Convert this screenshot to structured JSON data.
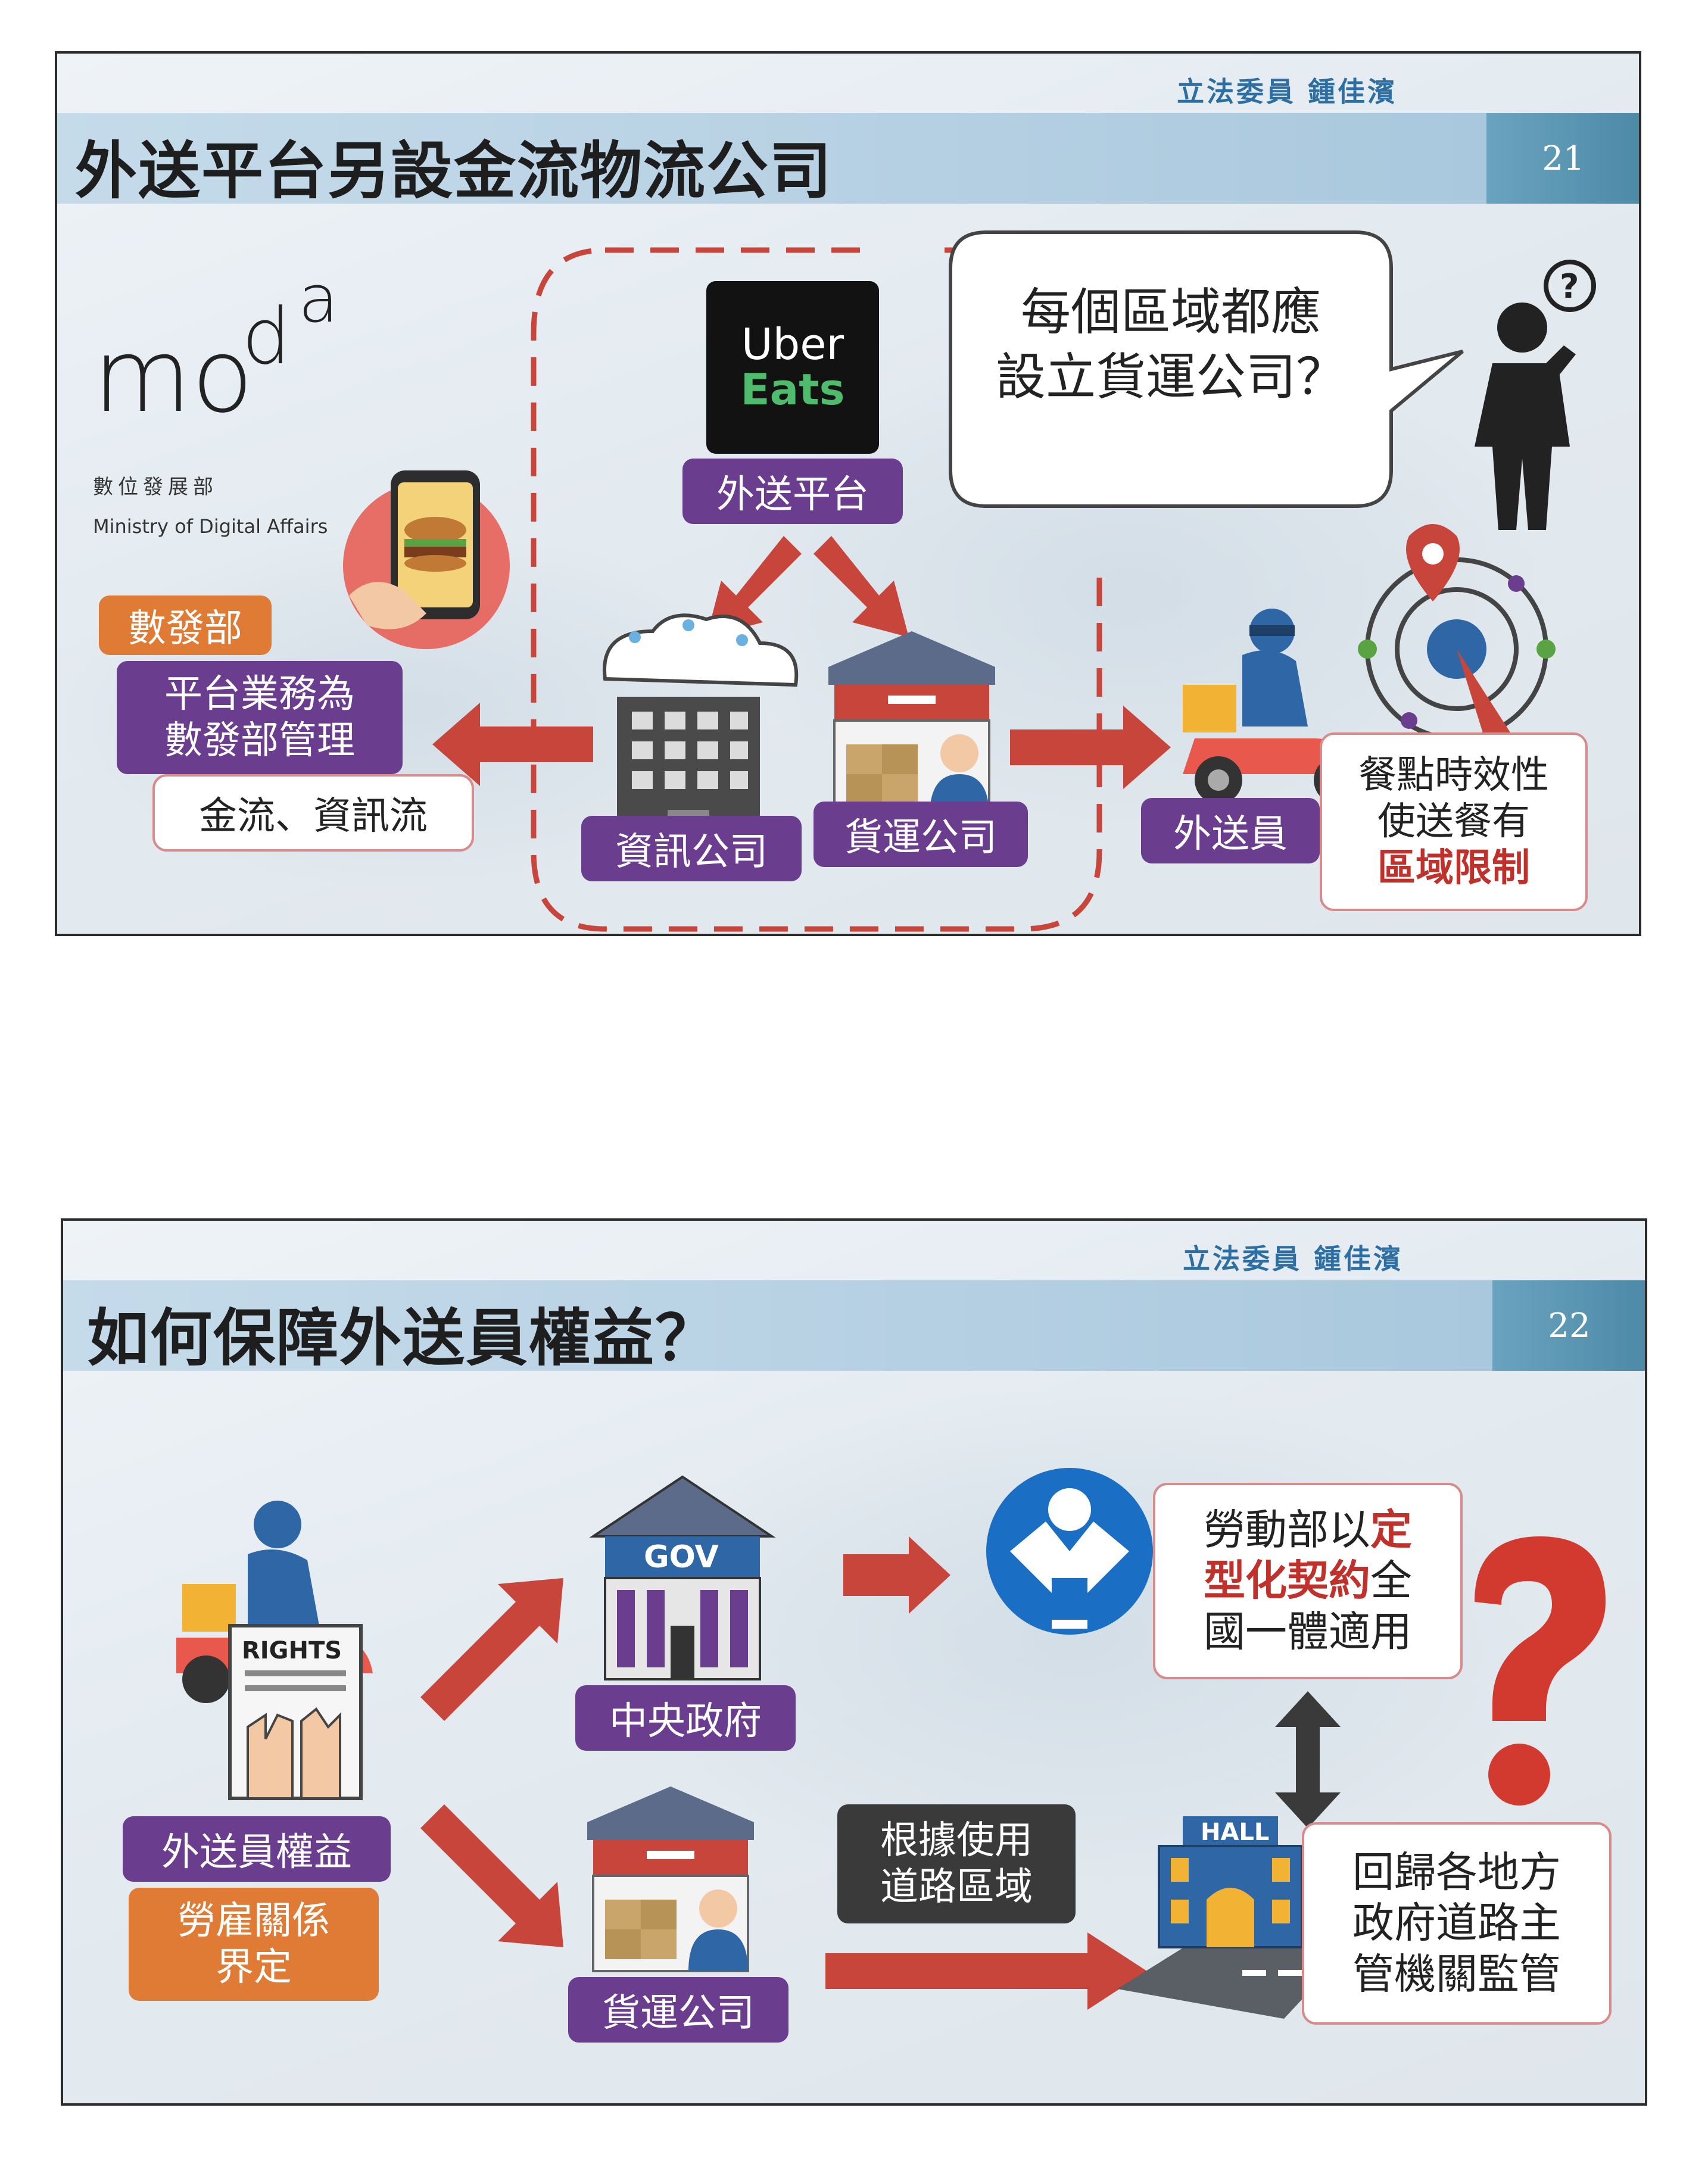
{
  "slide1": {
    "legislator": "立法委員 鍾佳濱",
    "title": "外送平台另設金流物流公司",
    "page_number": "21",
    "logo": {
      "moda_zh": "數位發展部",
      "moda_en": "Ministry of Digital Affairs"
    },
    "uber": {
      "line1": "Uber",
      "line2": "Eats"
    },
    "labels": {
      "platform": "外送平台",
      "moda": "數發部",
      "moda_role_line1": "平台業務為",
      "moda_role_line2": "數發部管理",
      "flows": "金流、資訊流",
      "info_company": "資訊公司",
      "freight_company": "貨運公司",
      "courier": "外送員",
      "timeliness_line1": "餐點時效性",
      "timeliness_line2": "使送餐有",
      "timeliness_highlight": "區域限制"
    },
    "bubble": {
      "line1": "每個區域都應",
      "line2": "設立貨運公司？"
    }
  },
  "slide2": {
    "legislator": "立法委員 鍾佳濱",
    "title": "如何保障外送員權益？",
    "page_number": "22",
    "icon_text": {
      "rights": "RIGHTS",
      "gov": "GOV",
      "hall": "HALL"
    },
    "labels": {
      "courier_rights": "外送員權益",
      "labor_line1": "勞雇關係",
      "labor_line2": "界定",
      "central_gov": "中央政府",
      "freight_company": "貨運公司",
      "road_line1": "根據使用",
      "road_line2": "道路區域",
      "mol_pre": "勞動部以",
      "mol_hl1": "定",
      "mol_hl2": "型化契約",
      "mol_post": "全",
      "mol_line3": "國一體適用",
      "local_line1": "回歸各地方",
      "local_line2": "政府道路主",
      "local_line3": "管機關監管"
    }
  },
  "colors": {
    "purple_label": "#6b3d8f",
    "orange_label": "#e07b35",
    "arrow_red": "#c8453b",
    "title_bar": "#b6d0e3",
    "page_tab": "#4d8aa8",
    "mol_blue": "#1a6fc4"
  }
}
